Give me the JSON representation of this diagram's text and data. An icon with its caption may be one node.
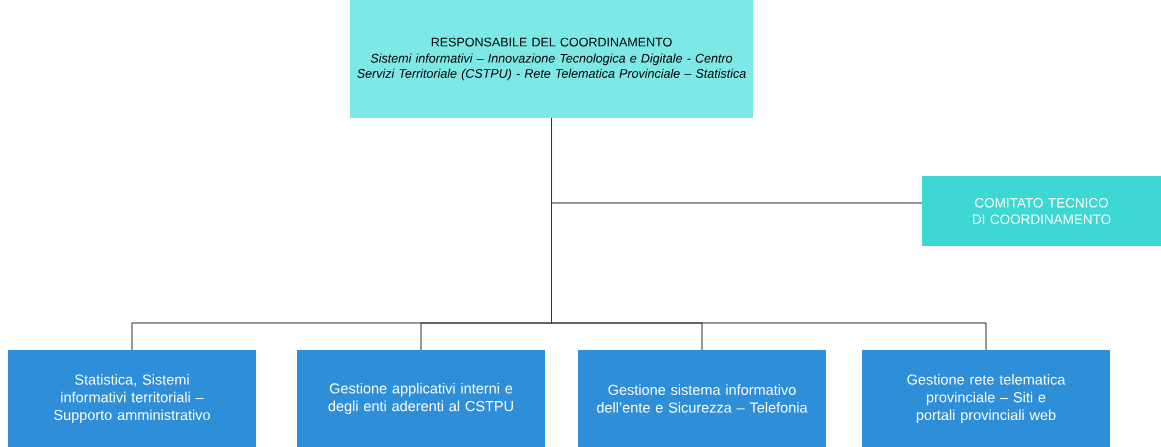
{
  "diagram": {
    "nodes": [
      {
        "text": [
          "RESPONSABILE DEL COORDINAMENTO",
          "Sistemi informativi – Innovazione Tecnologica e Digitale - Centro Servizi Territoriale (CSTPU) - Rete Telematica Provinciale – Statistica"
        ]
      },
      {
        "text": [
          "COMITATO TECNICO DI COORDINAMENTO"
        ]
      },
      {
        "text": [
          "Statistica, Sistemi informativi territoriali – Supporto amministrativo"
        ]
      },
      {
        "text": [
          "Gestione applicativi interni e degli enti aderenti al CSTPU"
        ]
      },
      {
        "text": [
          "Gestione sistema informativo dell’ente e Sicurezza – Telefonia"
        ]
      },
      {
        "text": [
          "Gestione rete telematica provinciale – Siti e portali provinciali web"
        ]
      }
    ],
    "edges": [
      {
        "from": 0,
        "to": 1,
        "arrow": "none"
      },
      {
        "from": 0,
        "to": 2,
        "arrow": "none"
      },
      {
        "from": 0,
        "to": 3,
        "arrow": "none"
      },
      {
        "from": 0,
        "to": 4,
        "arrow": "none"
      },
      {
        "from": 0,
        "to": 5,
        "arrow": "none"
      }
    ]
  }
}
